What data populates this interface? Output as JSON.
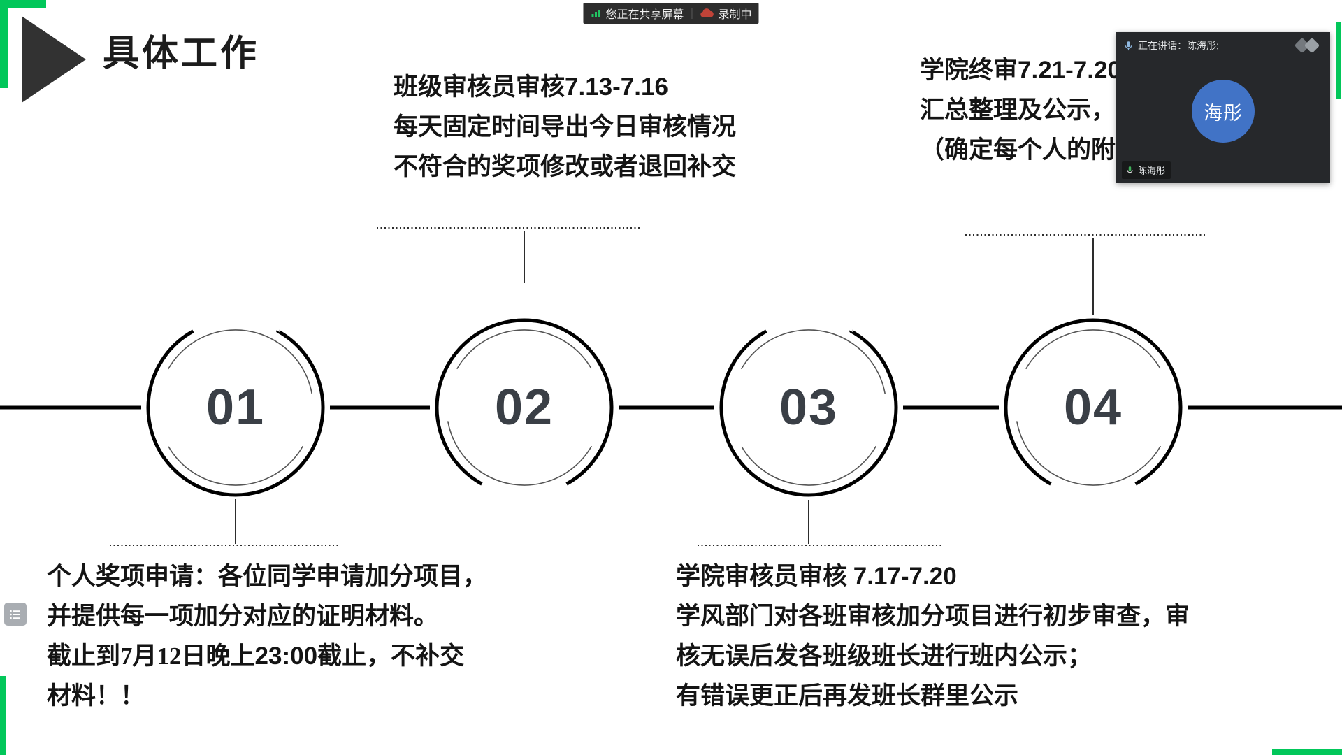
{
  "colors": {
    "accent_green": "#02c75a",
    "line_black": "#000000",
    "number_gray": "#3a3f46",
    "avatar_blue": "#4173c6",
    "record_red": "#bf4338",
    "share_icon_green": "#21c562"
  },
  "share_bar": {
    "sharing_label": "您正在共享屏幕",
    "recording_label": "录制中"
  },
  "video_window": {
    "speaking_label": "正在讲话：陈海彤;",
    "avatar_text": "海彤",
    "name_badge": "陈海彤"
  },
  "slide": {
    "title": "具体工作",
    "steps": [
      {
        "number": "01",
        "detail": [
          [
            {
              "t": "个人奖项申请：各位同学申请加分项目，"
            }
          ],
          [
            {
              "t": "并提供每一项加分对应的证明材料。"
            }
          ],
          [
            {
              "t": "截止到"
            },
            {
              "t": "7月12日",
              "c": "b"
            },
            {
              "t": "晚上"
            },
            {
              "t": "23:00",
              "c": "num"
            },
            {
              "t": "截止，不补交",
              "c": "b"
            }
          ],
          [
            {
              "t": "材料！！",
              "c": "b"
            }
          ]
        ]
      },
      {
        "number": "02",
        "detail": [
          [
            {
              "t": "班级审核员审核"
            },
            {
              "t": "7.13-7.16",
              "c": "num"
            }
          ],
          [
            {
              "t": "每天固定时间导出今日审核情况"
            }
          ],
          [
            {
              "t": "不符合的奖项修改或者退回补交"
            }
          ]
        ]
      },
      {
        "number": "03",
        "detail": [
          [
            {
              "t": "学院审核员审核 "
            },
            {
              "t": "7.17-7.20",
              "c": "num"
            }
          ],
          [
            {
              "t": "学风部门对各班审核加分项目进行初步审查，审"
            }
          ],
          [
            {
              "t": "核无误后发各班级班长进行班内公示；"
            }
          ],
          [
            {
              "t": "有错误更正后再发班长群里公示",
              "c": "b"
            }
          ]
        ]
      },
      {
        "number": "04",
        "detail": [
          [
            {
              "t": "学院终审"
            },
            {
              "t": "7.21-7.20",
              "c": "num"
            }
          ],
          [
            {
              "t": "汇总整理及公示，"
            }
          ],
          [
            {
              "t": "（确定每个人的附"
            }
          ]
        ]
      }
    ]
  }
}
